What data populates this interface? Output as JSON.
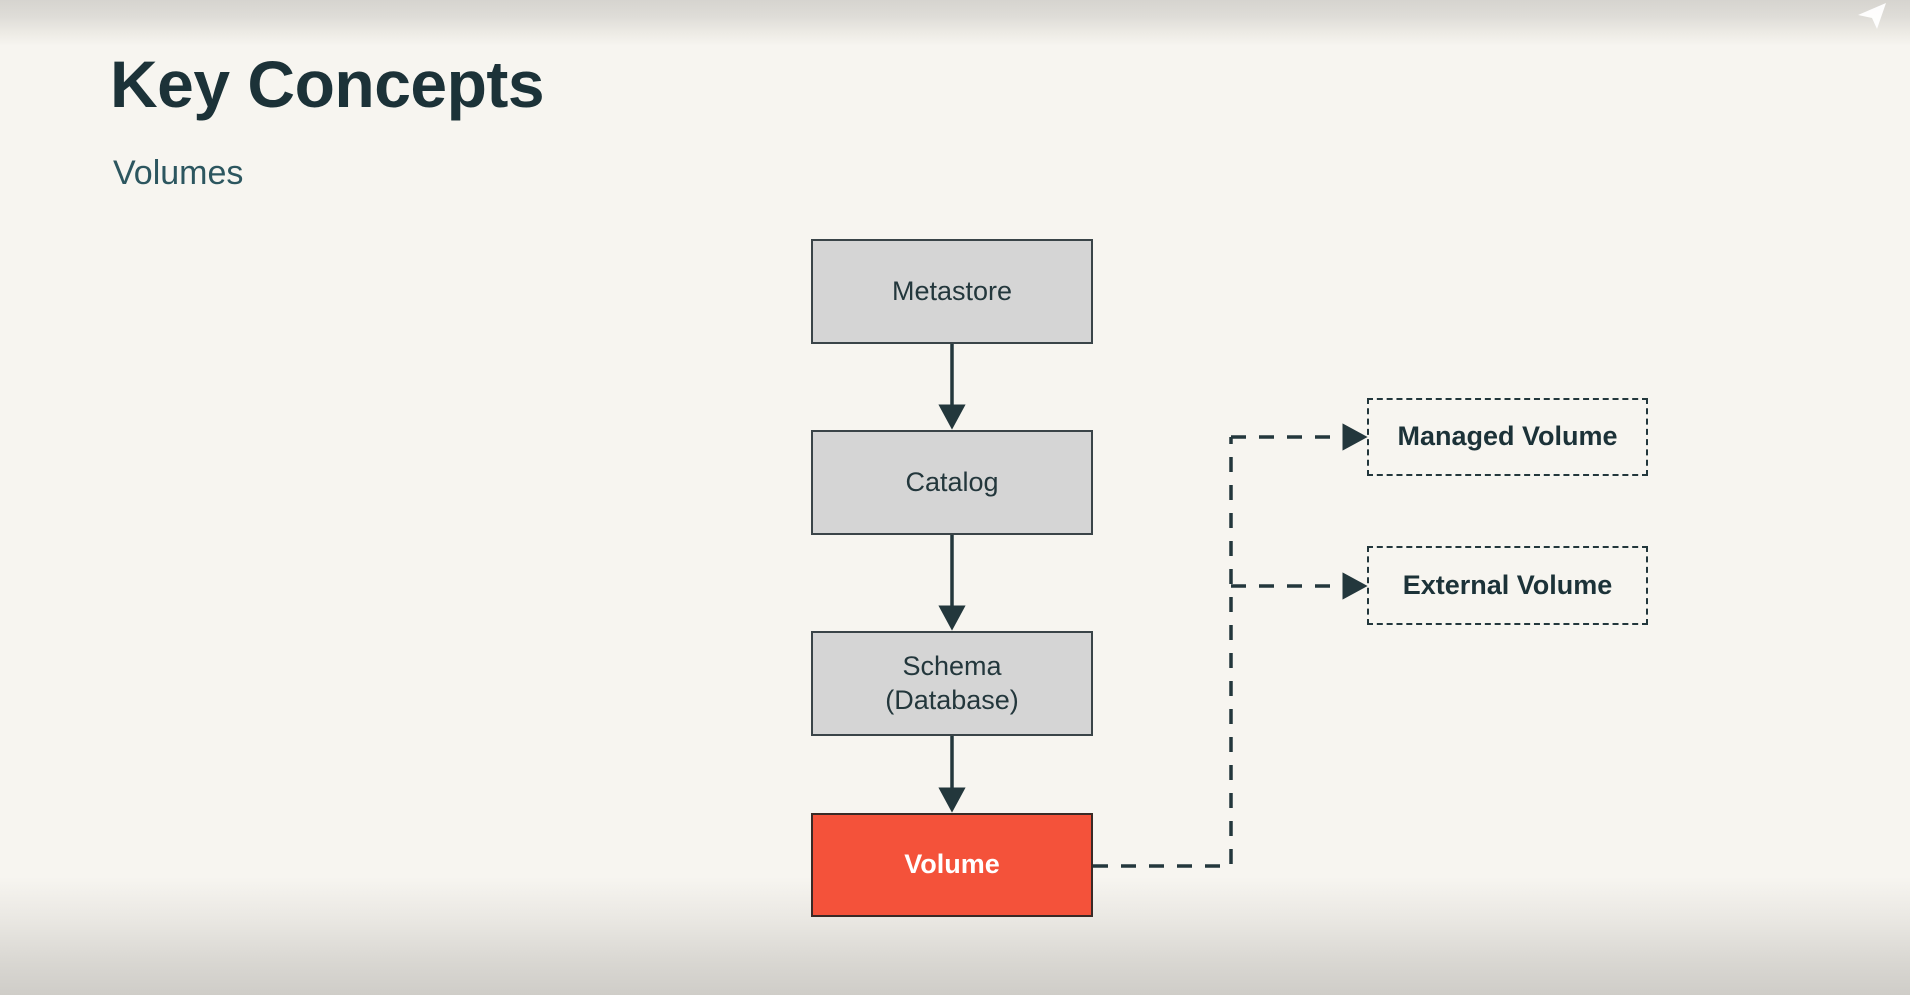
{
  "slide": {
    "title": "Key Concepts",
    "subtitle": "Volumes",
    "background_color": "#F7F5F0",
    "title_color": "#1C3238",
    "subtitle_color": "#2C565F"
  },
  "overlay": {
    "cursor_icon": "play-cursor-icon",
    "cursor_color": "#FFFFFF"
  },
  "diagram": {
    "type": "hierarchy-flowchart",
    "nodes": [
      {
        "id": "metastore",
        "label": "Metastore",
        "style": "solid",
        "fill": "#D5D5D5",
        "border": "#3A4448",
        "text_color": "#23373C"
      },
      {
        "id": "catalog",
        "label": "Catalog",
        "style": "solid",
        "fill": "#D5D5D5",
        "border": "#3A4448",
        "text_color": "#23373C"
      },
      {
        "id": "schema",
        "label": "Schema\n(Database)",
        "line1": "Schema",
        "line2": "(Database)",
        "style": "solid",
        "fill": "#D5D5D5",
        "border": "#3A4448",
        "text_color": "#23373C"
      },
      {
        "id": "volume",
        "label": "Volume",
        "style": "accent",
        "fill": "#F4523A",
        "border": "#3A2A26",
        "text_color": "#FFFFFF"
      },
      {
        "id": "managed",
        "label": "Managed Volume",
        "style": "dashed",
        "fill": "transparent",
        "border": "#23373C",
        "text_color": "#1C3238"
      },
      {
        "id": "external",
        "label": "External Volume",
        "style": "dashed",
        "fill": "transparent",
        "border": "#23373C",
        "text_color": "#1C3238"
      }
    ],
    "edges": [
      {
        "from": "metastore",
        "to": "catalog",
        "style": "solid",
        "arrow": true
      },
      {
        "from": "catalog",
        "to": "schema",
        "style": "solid",
        "arrow": true
      },
      {
        "from": "schema",
        "to": "volume",
        "style": "solid",
        "arrow": true
      },
      {
        "from": "volume",
        "to": "managed",
        "style": "dashed",
        "arrow": true
      },
      {
        "from": "volume",
        "to": "external",
        "style": "dashed",
        "arrow": true
      }
    ],
    "edge_color": "#23373C"
  }
}
